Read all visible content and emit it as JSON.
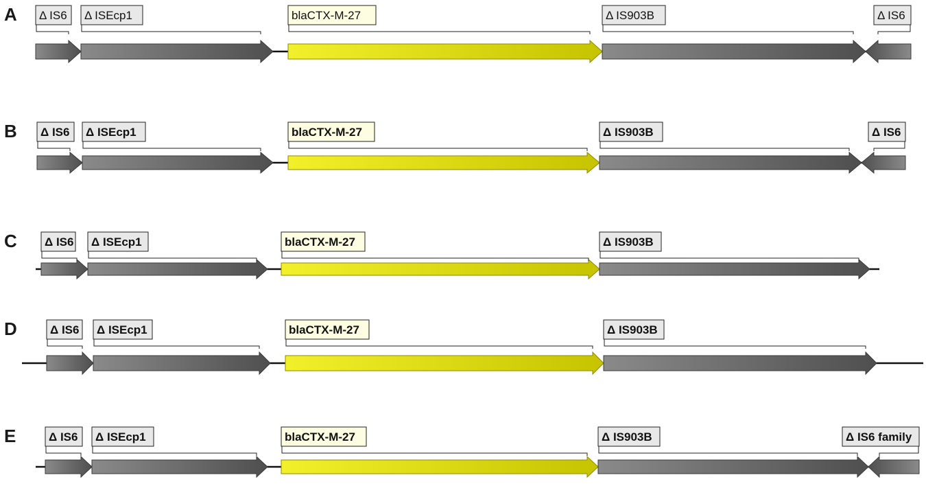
{
  "colors": {
    "gray_arrow_light": "#8a8a8a",
    "gray_arrow_dark": "#4f4f4f",
    "yellow_arrow_light": "#f2f02a",
    "yellow_arrow_dark": "#c6c400",
    "gray_label_fill": "#e8e8e8",
    "yellow_label_fill": "#fdfde2",
    "backbone": "#111111"
  },
  "panels": [
    {
      "letter": "A",
      "features": [
        {
          "label": "Δ IS6",
          "kind": "gray",
          "dir": "right"
        },
        {
          "label": "Δ ISEcp1",
          "kind": "gray",
          "dir": "right"
        },
        {
          "label": "blaCTX-M-27",
          "kind": "yellow",
          "dir": "right"
        },
        {
          "label": "Δ IS903B",
          "kind": "gray",
          "dir": "right"
        },
        {
          "label": "Δ IS6",
          "kind": "gray",
          "dir": "left"
        }
      ]
    },
    {
      "letter": "B",
      "features": [
        {
          "label": "Δ IS6",
          "kind": "gray",
          "dir": "right"
        },
        {
          "label": "Δ ISEcp1",
          "kind": "gray",
          "dir": "right"
        },
        {
          "label": "blaCTX-M-27",
          "kind": "yellow",
          "dir": "right"
        },
        {
          "label": "Δ IS903B",
          "kind": "gray",
          "dir": "right"
        },
        {
          "label": "Δ IS6",
          "kind": "gray",
          "dir": "left"
        }
      ]
    },
    {
      "letter": "C",
      "features": [
        {
          "label": "Δ IS6",
          "kind": "gray",
          "dir": "right"
        },
        {
          "label": "Δ ISEcp1",
          "kind": "gray",
          "dir": "right"
        },
        {
          "label": "blaCTX-M-27",
          "kind": "yellow",
          "dir": "right"
        },
        {
          "label": "Δ IS903B",
          "kind": "gray",
          "dir": "right"
        }
      ]
    },
    {
      "letter": "D",
      "features": [
        {
          "label": "Δ IS6",
          "kind": "gray",
          "dir": "right"
        },
        {
          "label": "Δ ISEcp1",
          "kind": "gray",
          "dir": "right"
        },
        {
          "label": "blaCTX-M-27",
          "kind": "yellow",
          "dir": "right"
        },
        {
          "label": "Δ IS903B",
          "kind": "gray",
          "dir": "right"
        }
      ]
    },
    {
      "letter": "E",
      "features": [
        {
          "label": "Δ IS6",
          "kind": "gray",
          "dir": "right"
        },
        {
          "label": "Δ ISEcp1",
          "kind": "gray",
          "dir": "right"
        },
        {
          "label": "blaCTX-M-27",
          "kind": "yellow",
          "dir": "right"
        },
        {
          "label": "Δ IS903B",
          "kind": "gray",
          "dir": "right"
        },
        {
          "label": "Δ IS6 family",
          "kind": "gray",
          "dir": "left"
        }
      ]
    }
  ]
}
